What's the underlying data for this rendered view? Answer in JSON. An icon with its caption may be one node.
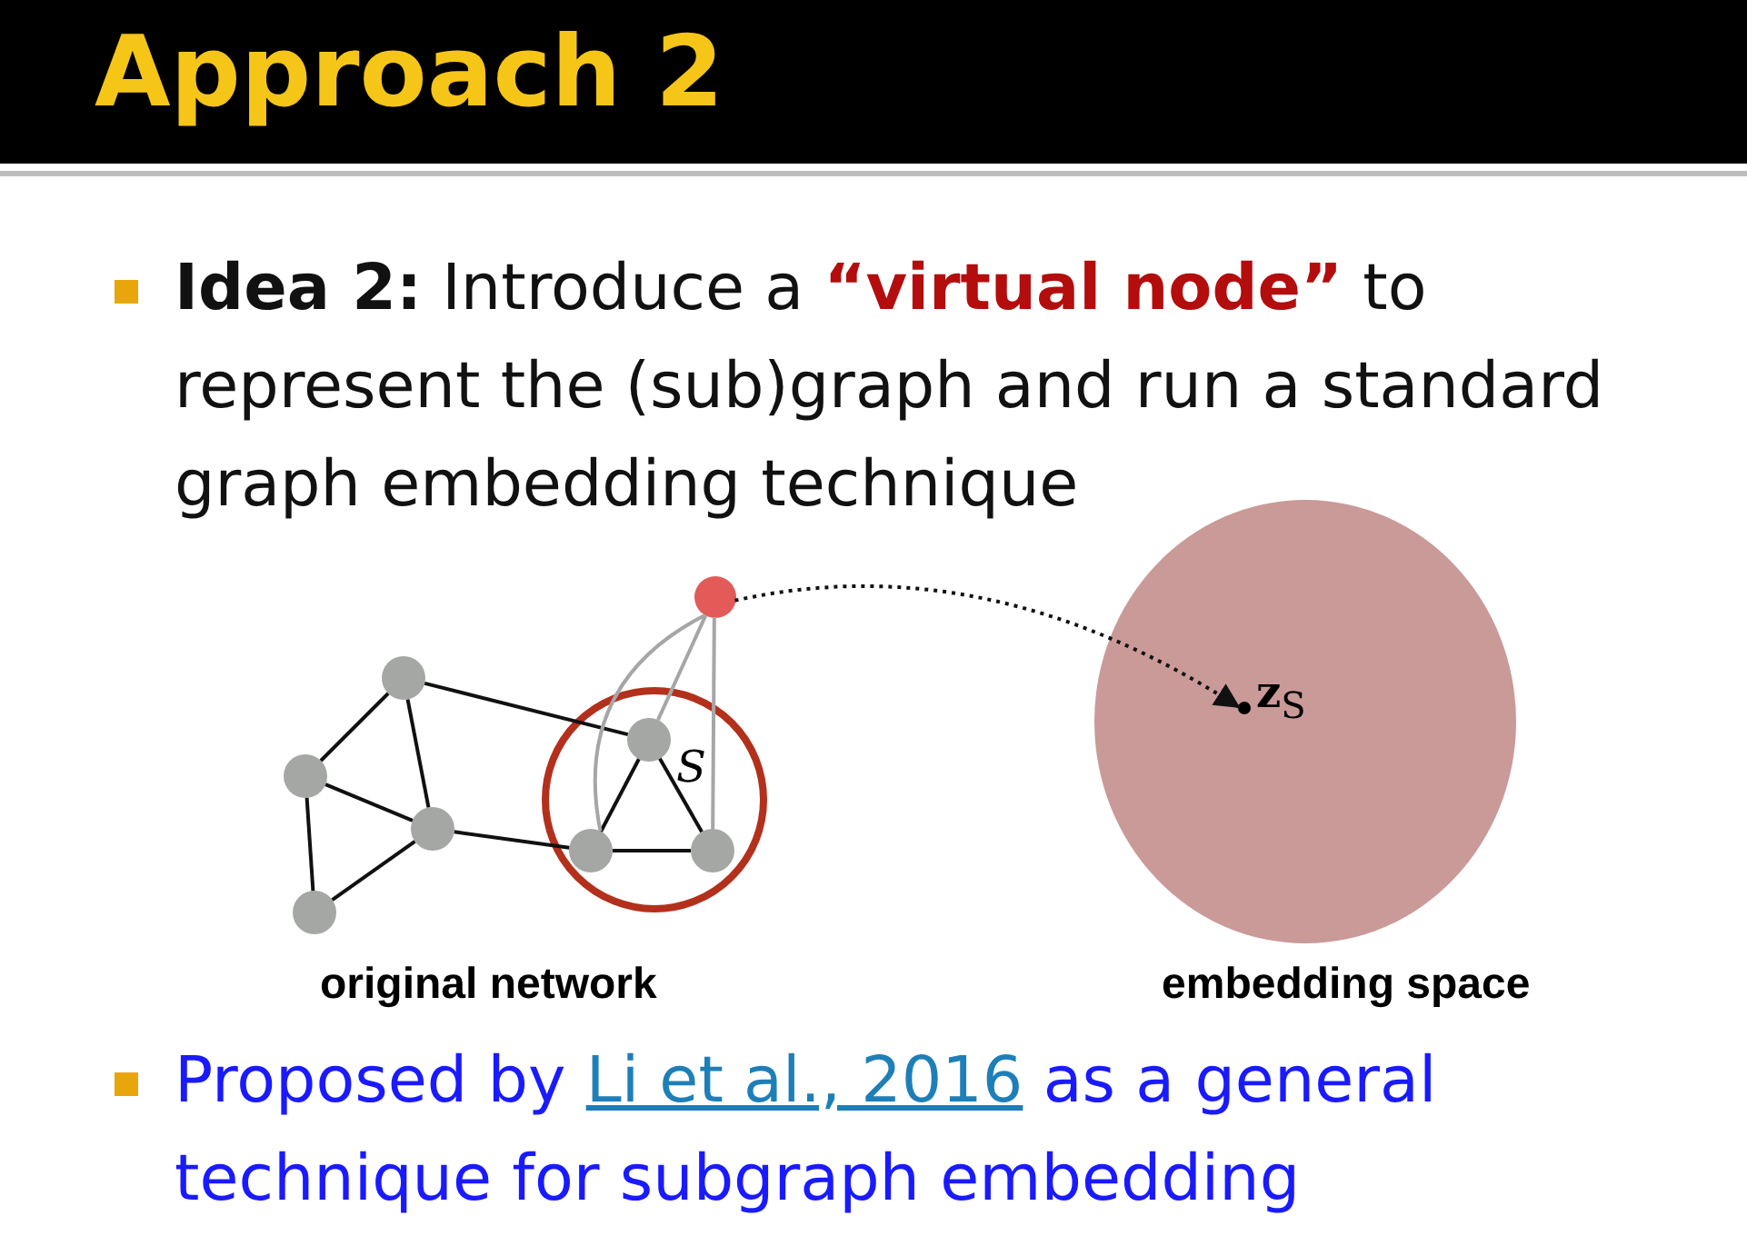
{
  "diagram": {
    "title": "Approach 2",
    "nodes": [
      {
        "text": [],
        "shape": "circle"
      },
      {
        "text": [],
        "shape": "circle"
      },
      {
        "text": [],
        "shape": "circle"
      },
      {
        "text": [],
        "shape": "circle"
      },
      {
        "text": [],
        "shape": "circle"
      },
      {
        "text": [
          "S"
        ]
      },
      {
        "text": [],
        "shape": "circle",
        "in": 5
      },
      {
        "text": [],
        "shape": "circle",
        "in": 5
      },
      {
        "text": [],
        "shape": "circle",
        "in": 5
      },
      {
        "text": [],
        "shape": "circle"
      },
      {
        "text": [
          "**z**$_{S}$"
        ],
        "in": 9
      }
    ],
    "edges": [
      {
        "from": 1,
        "to": 2,
        "arrow": "none"
      },
      {
        "from": 1,
        "to": 3,
        "arrow": "none"
      },
      {
        "from": 2,
        "to": 3,
        "arrow": "none"
      },
      {
        "from": 2,
        "to": 4,
        "arrow": "none"
      },
      {
        "from": 4,
        "to": 3,
        "arrow": "none"
      },
      {
        "from": 1,
        "to": 6,
        "arrow": "none"
      },
      {
        "from": 3,
        "to": 7,
        "arrow": "none"
      },
      {
        "from": 6,
        "to": 7,
        "arrow": "none"
      },
      {
        "from": 6,
        "to": 8,
        "arrow": "none"
      },
      {
        "from": 7,
        "to": 8,
        "arrow": "none"
      },
      {
        "from": 0,
        "to": 6,
        "arrow": "none",
        "color": "#a6a6a6"
      },
      {
        "from": 0,
        "to": 7,
        "arrow": "none",
        "color": "#a6a6a6"
      },
      {
        "from": 0,
        "to": 8,
        "arrow": "none",
        "color": "#a6a6a6"
      },
      {
        "from": 0,
        "to": 10,
        "arrow": "to",
        "style": "dashed"
      }
    ],
    "labels": [
      "**Idea 2:** Introduce a **“virtual node”** to represent the (sub)graph and run a standard graph embedding technique",
      "original network",
      "embedding space",
      "Proposed by *Li et al., 2016* as a general technique for subgraph embedding"
    ]
  }
}
